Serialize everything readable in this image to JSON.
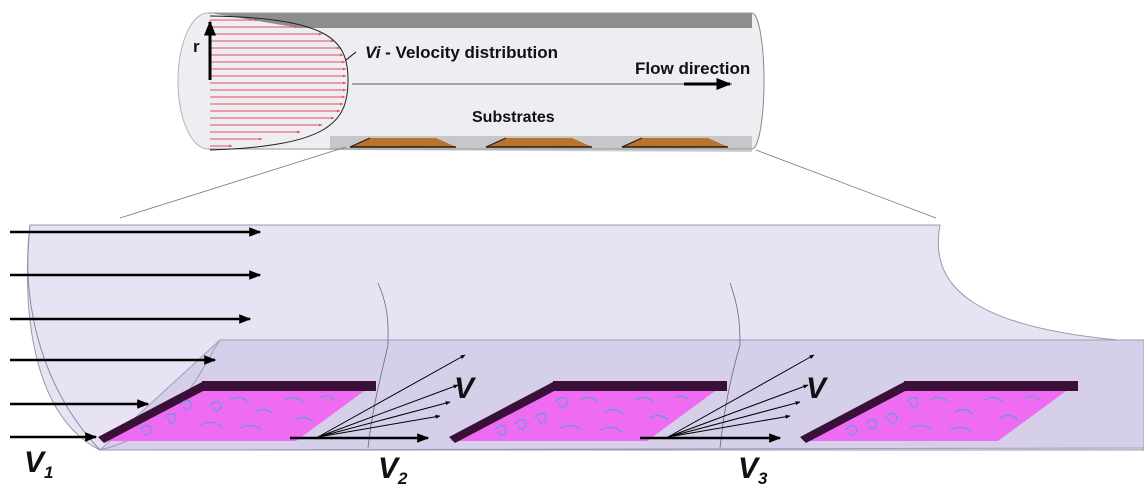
{
  "labels": {
    "r_axis": "r",
    "vi_symbol": "Vi",
    "vi_text": " - Velocity distribution",
    "flow_direction": "Flow direction",
    "substrates": "Substrates",
    "v_top_1": "V",
    "v_top_2": "V",
    "v1": "V",
    "v1_sub": "1",
    "v2": "V",
    "v2_sub": "2",
    "v3": "V",
    "v3_sub": "3"
  },
  "colors": {
    "tube_fill": "#eeedf2",
    "tube_edge": "#9a9a9a",
    "profile_lines": "#e05060",
    "substrate_top": "#b8732c",
    "zoom_fill": "#e7e3f5",
    "substrate_plate": "#ef6cf2",
    "substrate_edge": "#3a0f38",
    "eddies": "#46a6d8"
  }
}
